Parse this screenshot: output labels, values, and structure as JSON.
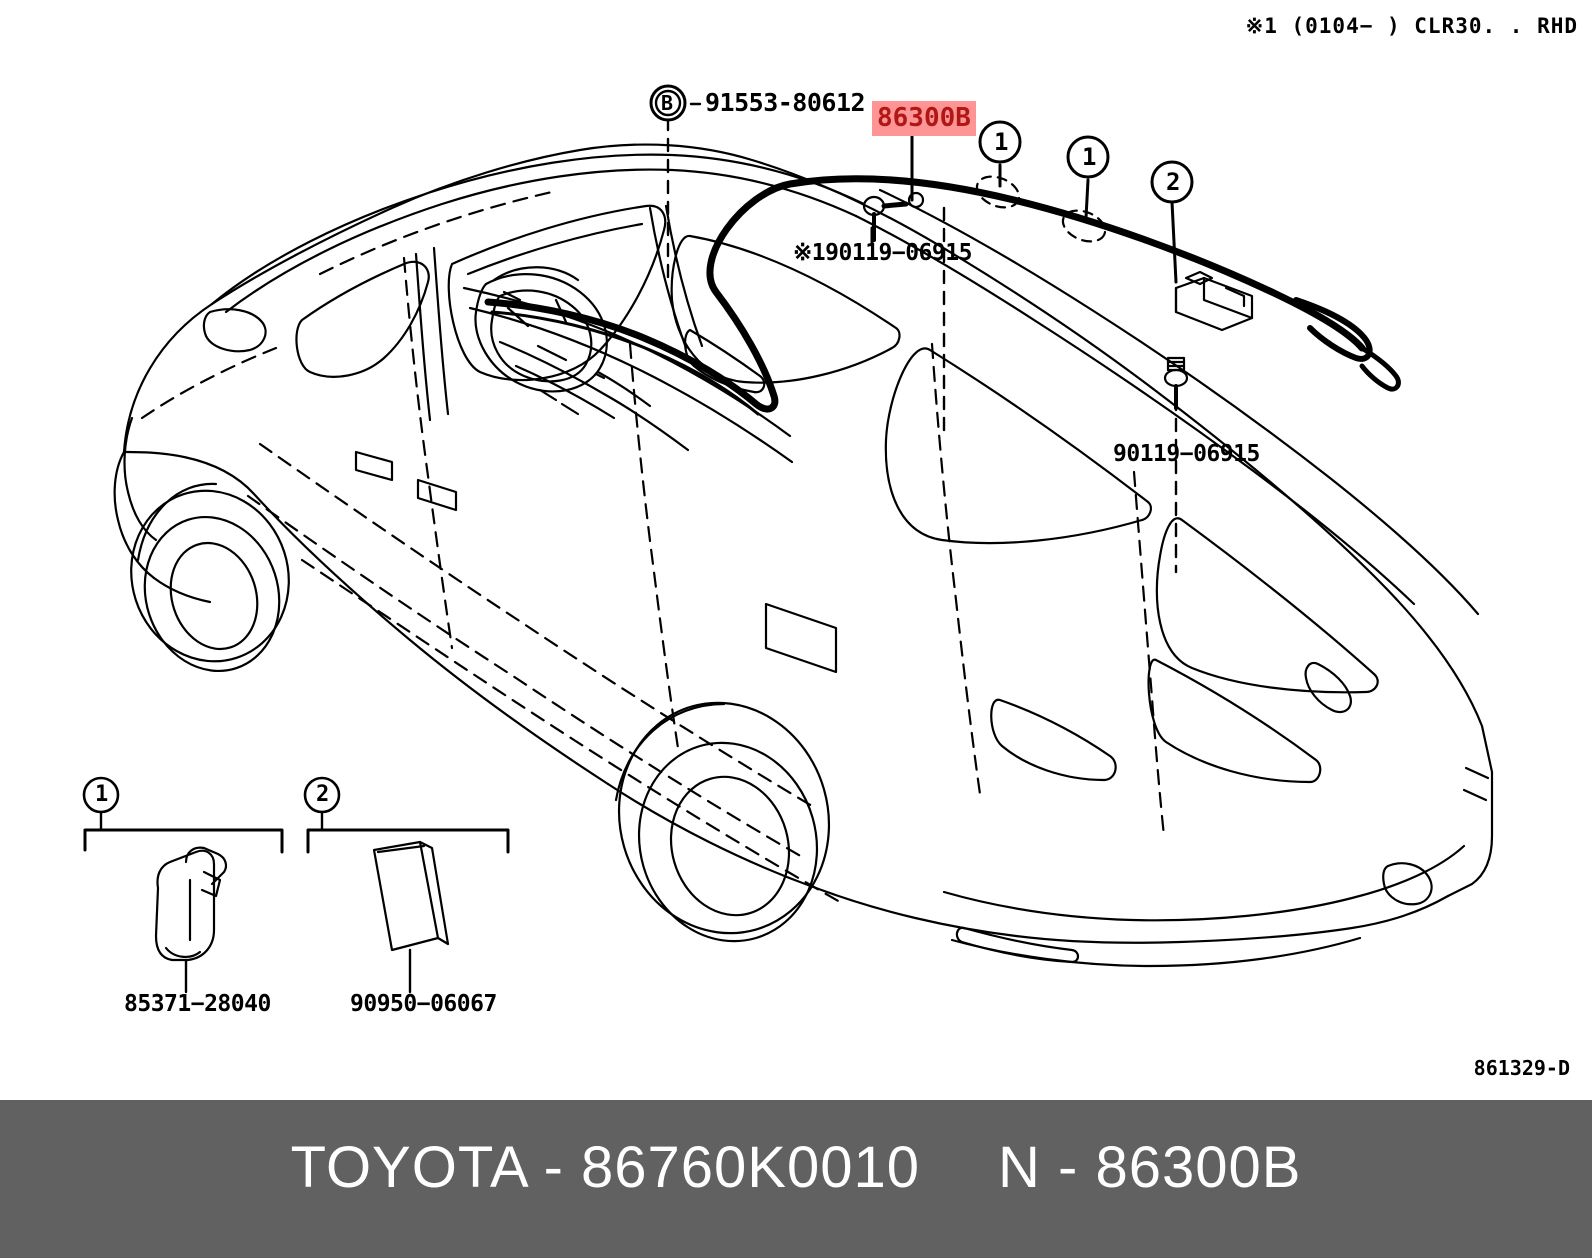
{
  "header": {
    "note": "※1 (0104−      ) CLR30. . RHD"
  },
  "diagram": {
    "figure_id": "861329-D",
    "callouts": [
      {
        "id": "marker-b",
        "text": "B",
        "shape": "circle"
      },
      {
        "id": "callout-1a",
        "text": "1",
        "shape": "circle"
      },
      {
        "id": "callout-1b",
        "text": "1",
        "shape": "circle"
      },
      {
        "id": "callout-2a",
        "text": "2",
        "shape": "circle"
      },
      {
        "id": "legend-1",
        "text": "1",
        "shape": "circle"
      },
      {
        "id": "legend-2",
        "text": "2",
        "shape": "circle"
      }
    ],
    "part_labels": [
      {
        "id": "clip-91553",
        "number": "91553-80612",
        "highlighted": false
      },
      {
        "id": "antenna-cord-86300b",
        "number": "86300B",
        "highlighted": true
      },
      {
        "id": "screw-190119",
        "number": "※190119−06915",
        "highlighted": false
      },
      {
        "id": "screw-90119",
        "number": "90119−06915",
        "highlighted": false
      }
    ]
  },
  "legend": {
    "items": [
      {
        "callout": "1",
        "number": "85371−28040",
        "icon": "clip-icon"
      },
      {
        "callout": "2",
        "number": "90950−06067",
        "icon": "pad-icon"
      }
    ]
  },
  "footer": {
    "brand_part": "TOYOTA - 86760K0010",
    "ref_part": "N - 86300B"
  },
  "colors": {
    "highlight_bg": "#ff9494",
    "highlight_text": "#b01818",
    "footer_bg": "#616161",
    "footer_text": "#ffffff",
    "line": "#000000"
  }
}
